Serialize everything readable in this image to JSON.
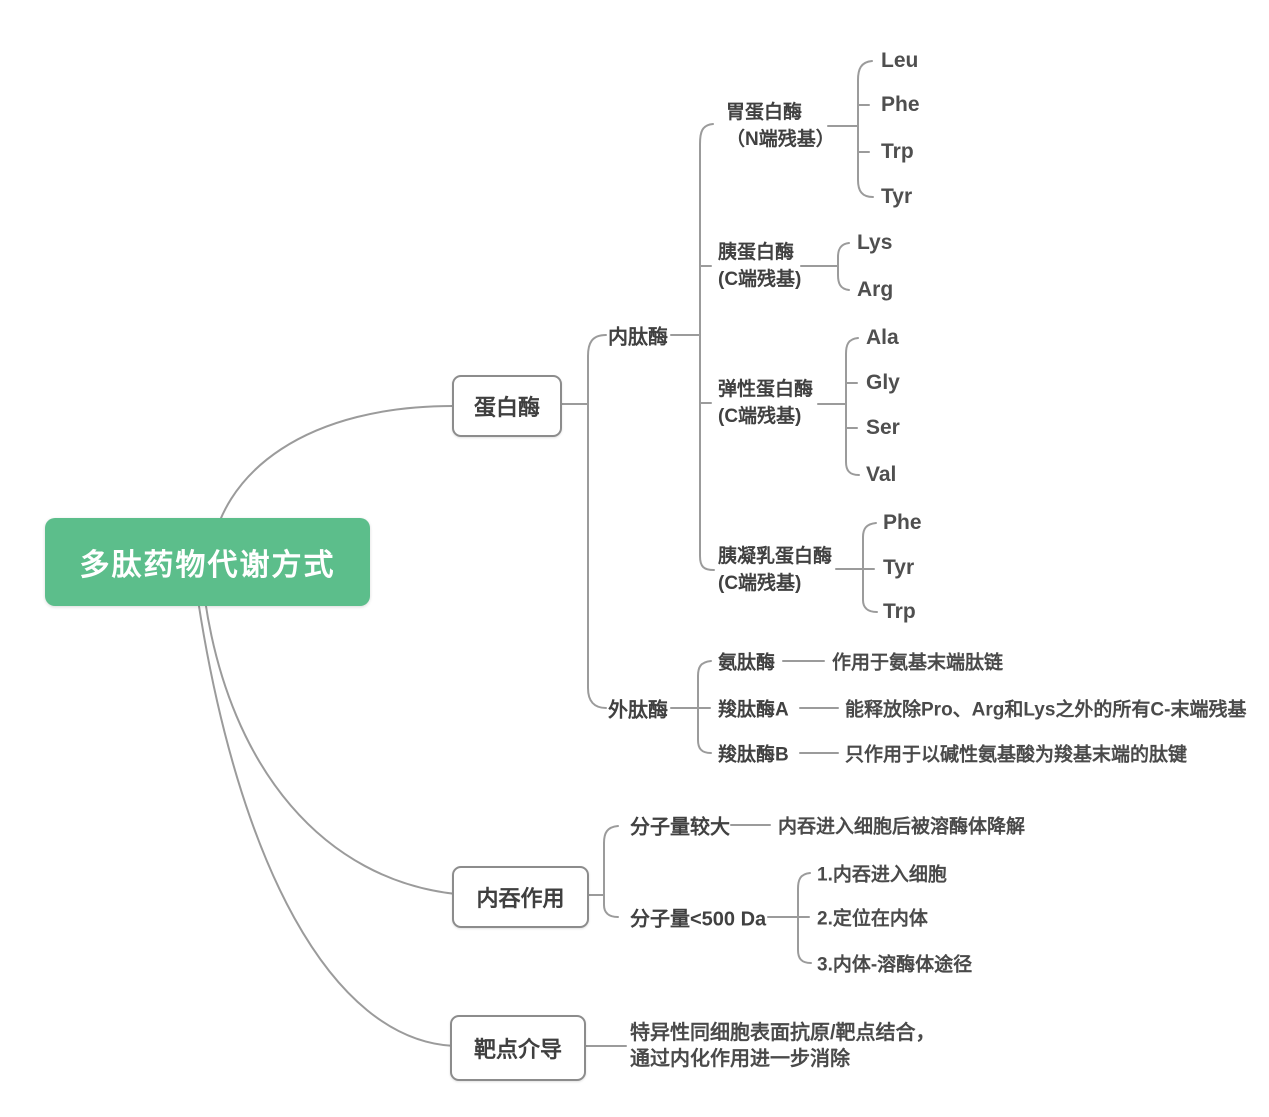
{
  "root": {
    "label": "多肽药物代谢方式"
  },
  "colors": {
    "root_bg": "#5CBE8B",
    "line": "#9B9B9B",
    "box_border": "#8C8C8C",
    "text": "#414141"
  },
  "protease": {
    "label": "蛋白酶",
    "endo": {
      "label": "内肽酶",
      "children": [
        {
          "name": "胃蛋白酶",
          "site": "（N端残基）",
          "residues": [
            "Leu",
            "Phe",
            "Trp",
            "Tyr"
          ]
        },
        {
          "name": "胰蛋白酶",
          "site": "(C端残基)",
          "residues": [
            "Lys",
            "Arg"
          ]
        },
        {
          "name": "弹性蛋白酶",
          "site": "(C端残基)",
          "residues": [
            "Ala",
            "Gly",
            "Ser",
            "Val"
          ]
        },
        {
          "name": "胰凝乳蛋白酶",
          "site": "(C端残基)",
          "residues": [
            "Phe",
            "Tyr",
            "Trp"
          ]
        }
      ]
    },
    "exo": {
      "label": "外肽酶",
      "children": [
        {
          "name": "氨肽酶",
          "desc": "作用于氨基末端肽链"
        },
        {
          "name": "羧肽酶A",
          "desc": "能释放除Pro、Arg和Lys之外的所有C-末端残基"
        },
        {
          "name": "羧肽酶B",
          "desc": "只作用于以碱性氨基酸为羧基末端的肽键"
        }
      ]
    }
  },
  "endocytosis": {
    "label": "内吞作用",
    "large": {
      "name": "分子量较大",
      "desc": "内吞进入细胞后被溶酶体降解"
    },
    "small": {
      "name": "分子量<500 Da",
      "steps": [
        "1.内吞进入细胞",
        "2.定位在内体",
        "3.内体-溶酶体途径"
      ]
    }
  },
  "target": {
    "label": "靶点介导",
    "desc_line1": "特异性同细胞表面抗原/靶点结合，",
    "desc_line2": "通过内化作用进一步消除"
  }
}
